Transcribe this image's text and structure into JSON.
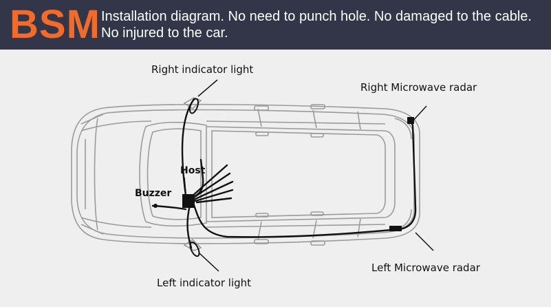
{
  "header": {
    "brand": "BSM",
    "line1": "Installation diagram. No need to punch hole. No damaged to the cable.",
    "line2": "No injured to the car."
  },
  "labels": {
    "right_indicator": "Right indicator light",
    "right_radar": "Right Microwave radar",
    "host": "Host",
    "buzzer": "Buzzer",
    "left_indicator": "Left indicator light",
    "left_radar": "Left Microwave radar"
  },
  "colors": {
    "header_bg": "#323648",
    "brand": "#f26b2a",
    "header_text": "#ffffff",
    "wire": "#111111",
    "car_outline": "#9a9a9a"
  }
}
